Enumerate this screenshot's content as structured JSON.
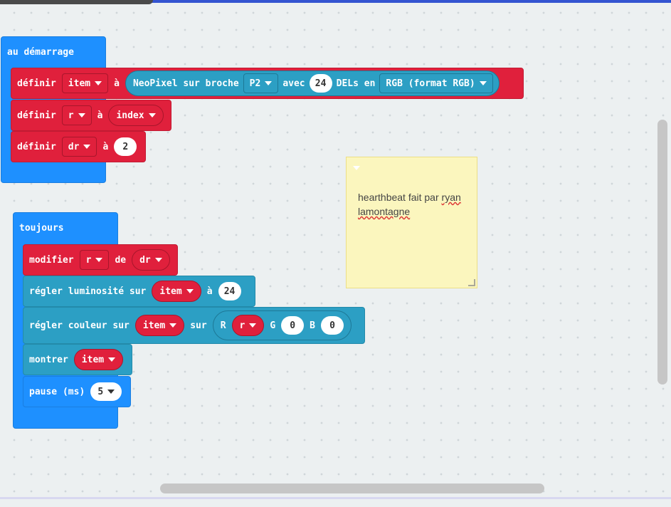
{
  "on_start": {
    "label": "au démarrage",
    "neopixel": {
      "set": "définir",
      "var": "item",
      "to": "à",
      "call": "NeoPixel sur broche",
      "pin": "P2",
      "with": "avec",
      "count": "24",
      "leds_in": "DELs en",
      "mode": "RGB (format RGB)"
    },
    "set_r": {
      "set": "définir",
      "var": "r",
      "to": "à",
      "value": "index"
    },
    "set_dr": {
      "set": "définir",
      "var": "dr",
      "to": "à",
      "value": "2"
    }
  },
  "forever": {
    "label": "toujours",
    "change": {
      "label": "modifier",
      "var": "r",
      "by": "de",
      "value": "dr"
    },
    "brightness": {
      "label": "régler luminosité sur",
      "strip": "item",
      "to": "à",
      "value": "24"
    },
    "color": {
      "label": "régler couleur sur",
      "strip": "item",
      "on": "sur",
      "r_label": "R",
      "r_value": "r",
      "g_label": "G",
      "g_value": "0",
      "b_label": "B",
      "b_value": "0"
    },
    "show": {
      "label": "montrer",
      "strip": "item"
    },
    "pause": {
      "label": "pause (ms)",
      "value": "5"
    }
  },
  "comment": {
    "line_start": "hearthbeat fait par ",
    "misspelled_1": "ryan",
    "misspelled_2": "lamontagne"
  },
  "colors": {
    "accent": "#3454d1",
    "hat": "#1e90ff",
    "variables": "#e0203c",
    "neopixel": "#2c9fc4",
    "comment": "#fbf6be"
  }
}
